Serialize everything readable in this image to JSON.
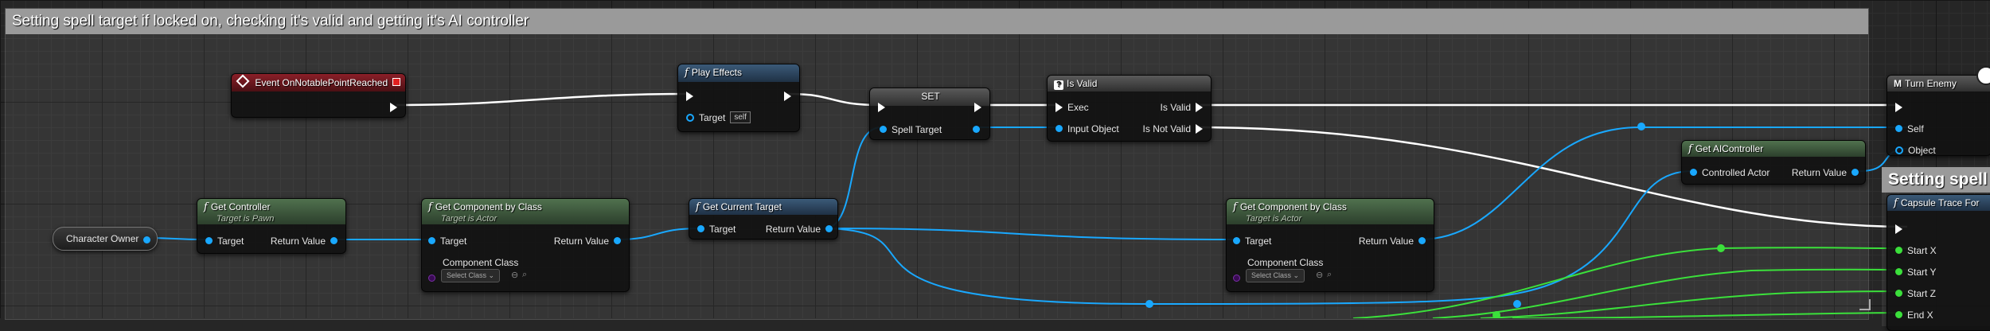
{
  "comment": {
    "title": "Setting spell target if locked on, checking it's valid and getting it's AI controller"
  },
  "comment2": {
    "title": "Setting spell t"
  },
  "event_node": {
    "title": "Event OnNotablePointReached"
  },
  "play_effects": {
    "title": "Play Effects",
    "target_label": "Target",
    "target_value": "self"
  },
  "set_node": {
    "title": "SET",
    "spell_target_label": "Spell Target"
  },
  "is_valid": {
    "title": "Is Valid",
    "exec_label": "Exec",
    "input_object_label": "Input Object",
    "is_valid_label": "Is Valid",
    "is_not_valid_label": "Is Not Valid"
  },
  "turn_enemy": {
    "title": "Turn Enemy",
    "self_label": "Self",
    "object_label": "Object"
  },
  "character_owner": {
    "label": "Character Owner"
  },
  "get_controller": {
    "title": "Get Controller",
    "subtitle": "Target is Pawn",
    "target_label": "Target",
    "return_label": "Return Value"
  },
  "get_component_1": {
    "title": "Get Component by Class",
    "subtitle": "Target is Actor",
    "target_label": "Target",
    "return_label": "Return Value",
    "component_class_label": "Component Class",
    "select_class": "Select Class"
  },
  "get_current_target": {
    "title": "Get Current Target",
    "target_label": "Target",
    "return_label": "Return Value"
  },
  "get_component_2": {
    "title": "Get Component by Class",
    "subtitle": "Target is Actor",
    "target_label": "Target",
    "return_label": "Return Value",
    "component_class_label": "Component Class",
    "select_class": "Select Class"
  },
  "get_ai_controller": {
    "title": "Get AIController",
    "controlled_actor_label": "Controlled Actor",
    "return_label": "Return Value"
  },
  "capsule_trace": {
    "title": "Capsule Trace For",
    "pins": [
      "Start X",
      "Start Y",
      "Start Z",
      "End X"
    ]
  },
  "colors": {
    "object_pin": "#19a8ff",
    "float_pin": "#3be03b",
    "exec_pin": "#ffffff",
    "function_header": "#2c4560",
    "pure_header": "#3d573b",
    "event_header": "#7a1b23"
  }
}
